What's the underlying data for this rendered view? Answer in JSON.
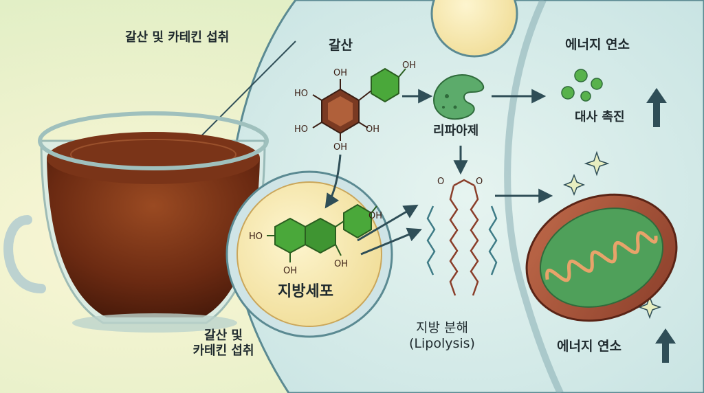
{
  "labels": {
    "intake_top": "갈산 및 카테킨 섭취",
    "intake_bottom_line1": "갈산 및",
    "intake_bottom_line2": "카테킨 섭취",
    "gallic_acid": "갈산",
    "lipase": "리파아제",
    "fat_cell": "지방세포",
    "lipolysis_line1": "지방 분해",
    "lipolysis_line2": "(Lipolysis)",
    "energy_burn_top": "에너지 연소",
    "metabolism_boost": "대사 촉진",
    "energy_burn_bottom": "에너지 연소"
  },
  "chem": {
    "hydroxyl": "OH",
    "hydroxyl_left": "HO",
    "carbonyl": "O"
  },
  "colors": {
    "background": "#eef4d6",
    "cell_region": "#d8ecea",
    "tea": "#6b2a12",
    "fat_cell": "#f8eab0",
    "catechin": "#4aa83a",
    "gallic_ring": "#7a3a22",
    "lipase": "#5cab6b",
    "mitochondria_outer": "#a5523a",
    "mitochondria_inner": "#4fa05a",
    "arrow": "#2f4e57"
  }
}
